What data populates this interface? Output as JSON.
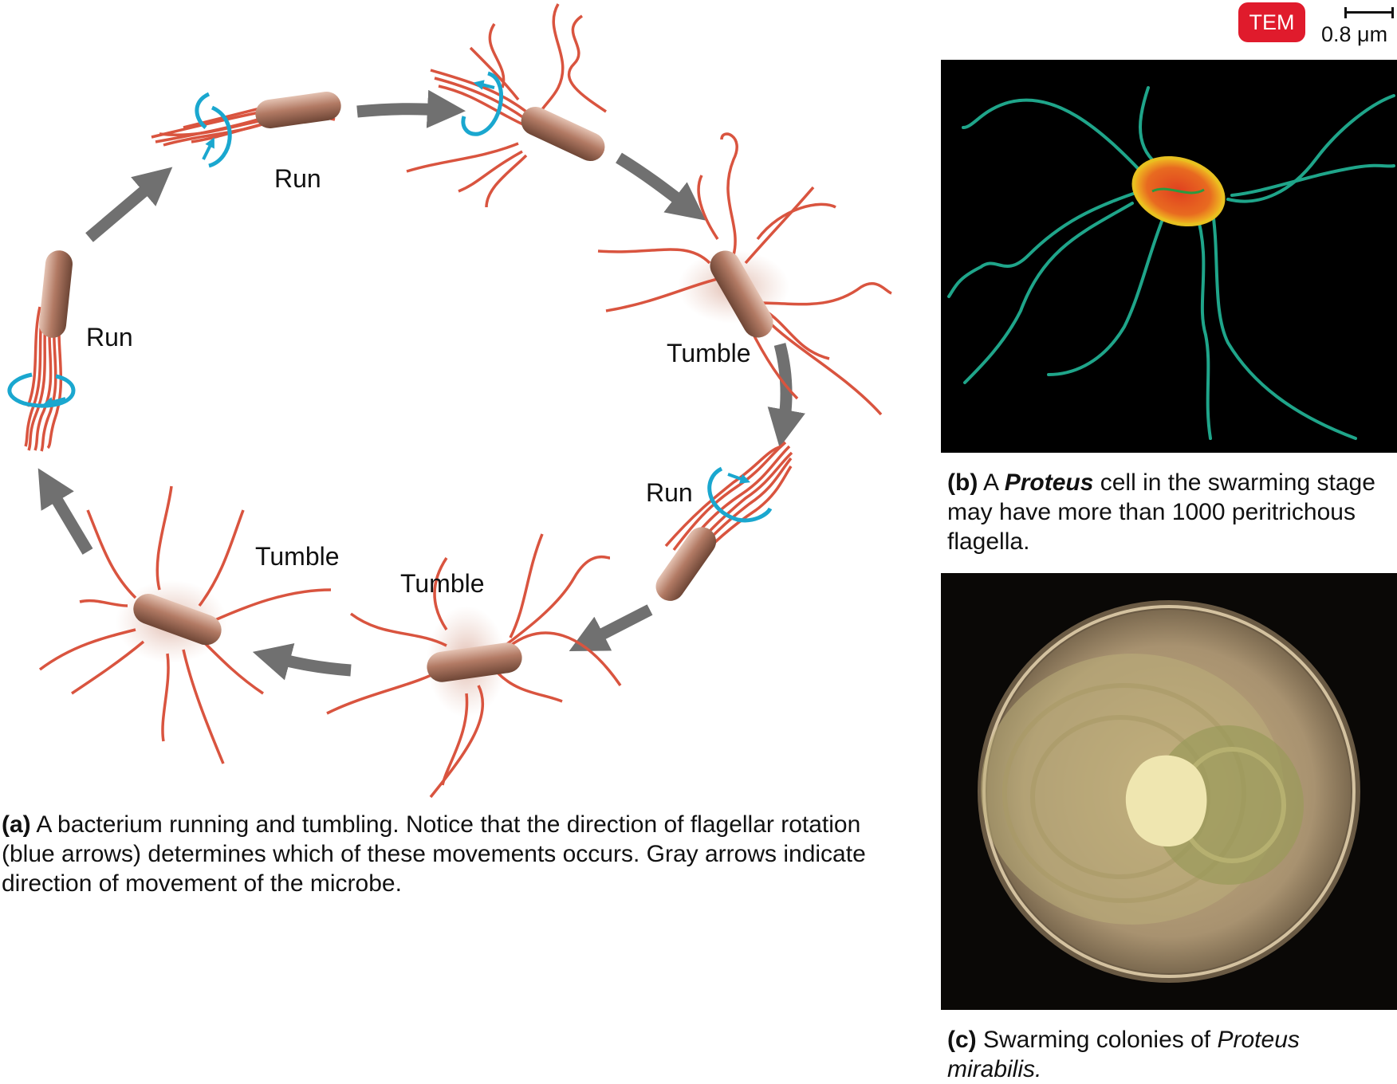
{
  "stage_labels": {
    "run_top": "Run",
    "run_left": "Run",
    "tumble_right": "Tumble",
    "run_right": "Run",
    "tumble_bottom_left": "Tumble",
    "tumble_bottom_mid": "Tumble"
  },
  "caption_a": {
    "label": "(a)",
    "text": " A bacterium running and tumbling. Notice that the direction of flagellar rotation (blue arrows) determines which of these movements occurs. Gray arrows indicate direction of movement of the microbe."
  },
  "caption_b": {
    "label": "(b)",
    "pre": " A ",
    "genus": "Proteus",
    "text": " cell in the swarming stage may have more than 1000 peritrichous flagella."
  },
  "caption_c": {
    "label": "(c)",
    "text": " Swarming colonies of ",
    "species": "Proteus mirabilis."
  },
  "micrograph": {
    "badge": "TEM",
    "scale": "0.8 μm"
  },
  "colors": {
    "flagella": "#d9543f",
    "body": "#b97e68",
    "rotation_arrow": "#1aa7cf",
    "movement_arrow": "#707070",
    "tem_badge": "#e01b2c"
  }
}
